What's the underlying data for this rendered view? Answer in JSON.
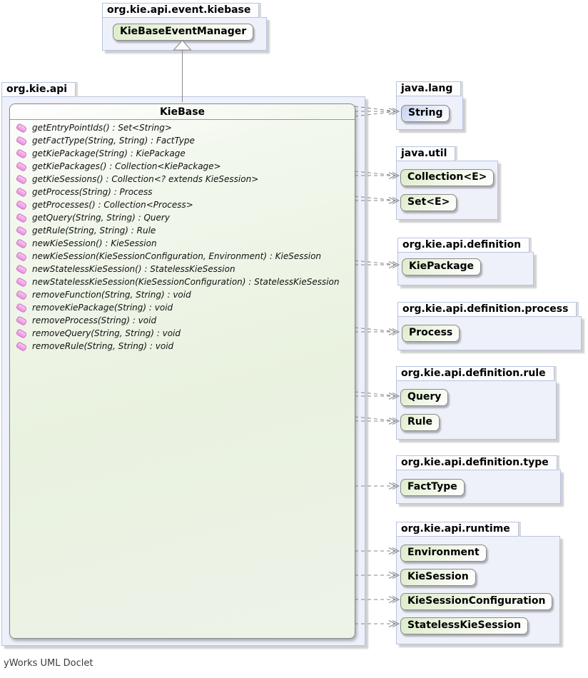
{
  "footer": "yWorks UML Doclet",
  "colors": {
    "interface_chip": "#ddeccb",
    "class_chip": "#c5d3ee",
    "package_fill": "#eef1fa",
    "package_border": "#b7c3de",
    "connector": "#878787",
    "method_icon": "#ee8fe0"
  },
  "packages": {
    "event_kiebase": {
      "name": "org.kie.api.event.kiebase",
      "classes": [
        "KieBaseEventManager"
      ]
    },
    "api": {
      "name": "org.kie.api",
      "kiebase": {
        "title": "KieBase",
        "methods": [
          "getEntryPointIds() : Set<String>",
          "getFactType(String, String) : FactType",
          "getKiePackage(String) : KiePackage",
          "getKiePackages() : Collection<KiePackage>",
          "getKieSessions() : Collection<? extends KieSession>",
          "getProcess(String) : Process",
          "getProcesses() : Collection<Process>",
          "getQuery(String, String) : Query",
          "getRule(String, String) : Rule",
          "newKieSession() : KieSession",
          "newKieSession(KieSessionConfiguration, Environment) : KieSession",
          "newStatelessKieSession() : StatelessKieSession",
          "newStatelessKieSession(KieSessionConfiguration) : StatelessKieSession",
          "removeFunction(String, String) : void",
          "removeKiePackage(String) : void",
          "removeProcess(String) : void",
          "removeQuery(String, String) : void",
          "removeRule(String, String) : void"
        ]
      }
    },
    "java_lang": {
      "name": "java.lang",
      "classes": [
        "String"
      ]
    },
    "java_util": {
      "name": "java.util",
      "classes": [
        "Collection<E>",
        "Set<E>"
      ]
    },
    "definition": {
      "name": "org.kie.api.definition",
      "classes": [
        "KiePackage"
      ]
    },
    "definition_process": {
      "name": "org.kie.api.definition.process",
      "classes": [
        "Process"
      ]
    },
    "definition_rule": {
      "name": "org.kie.api.definition.rule",
      "classes": [
        "Query",
        "Rule"
      ]
    },
    "definition_type": {
      "name": "org.kie.api.definition.type",
      "classes": [
        "FactType"
      ]
    },
    "runtime": {
      "name": "org.kie.api.runtime",
      "classes": [
        "Environment",
        "KieSession",
        "KieSessionConfiguration",
        "StatelessKieSession"
      ]
    }
  }
}
